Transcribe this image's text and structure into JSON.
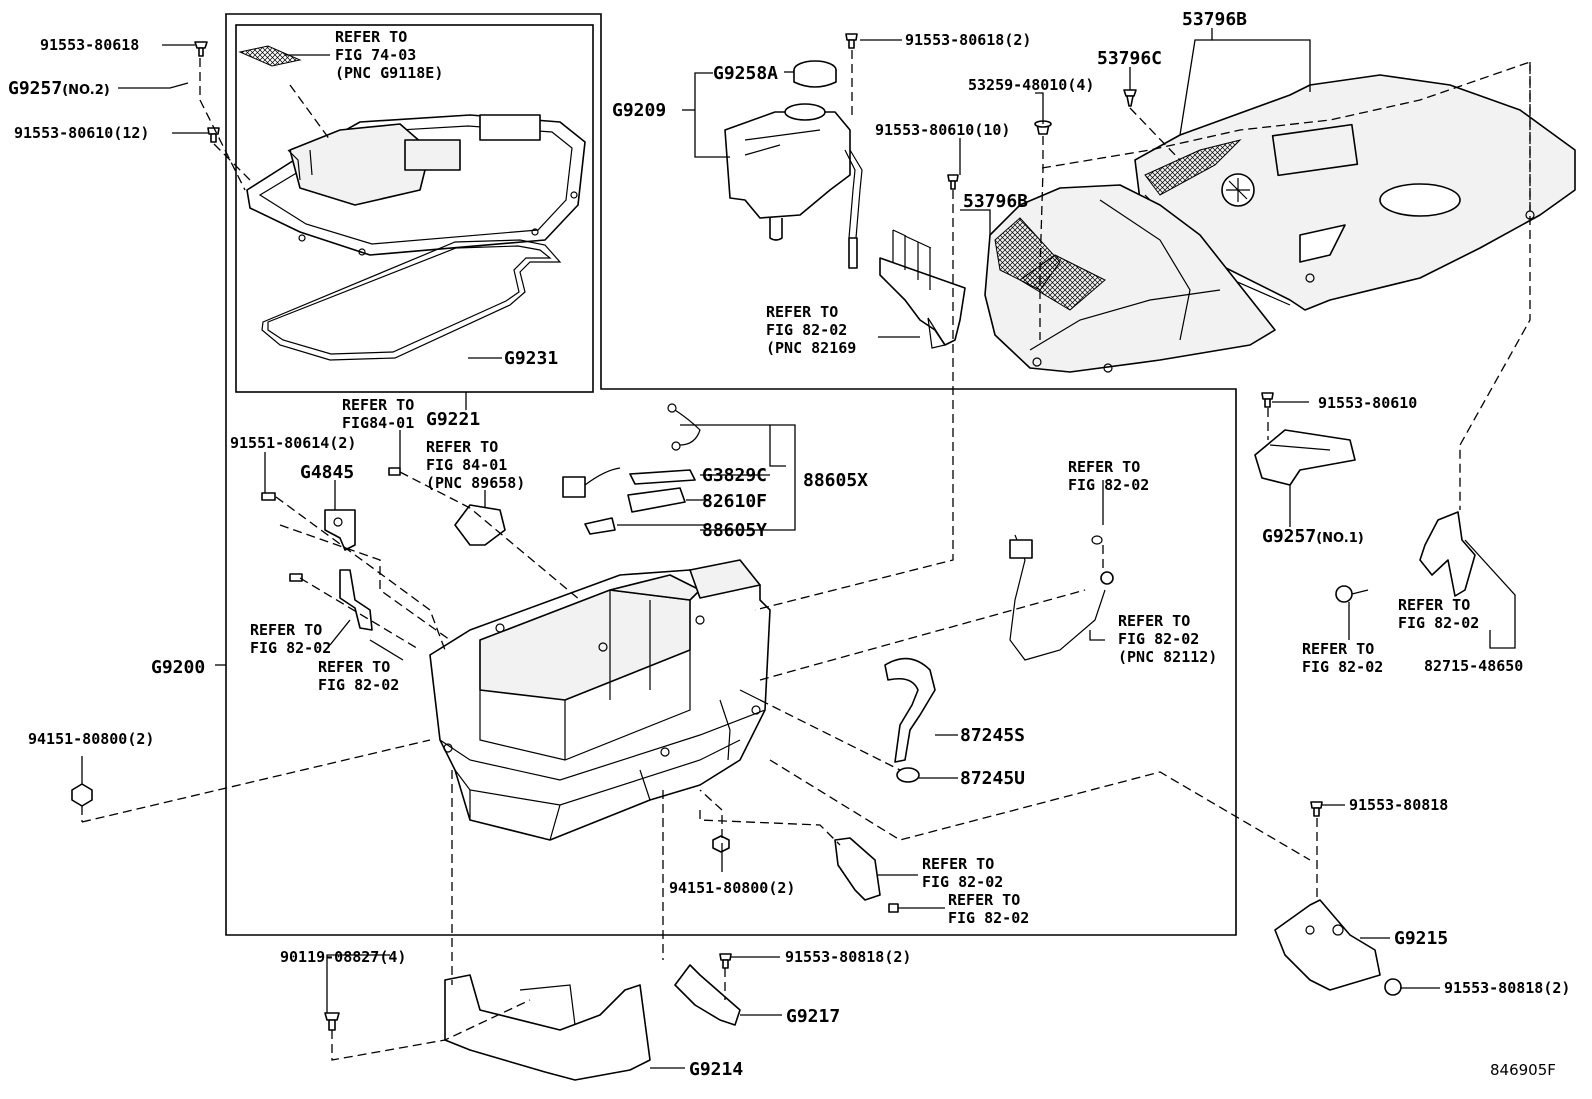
{
  "diagram": {
    "drawing_number": "846905F",
    "callouts": {
      "c01": {
        "code": "91553-80618"
      },
      "c02": {
        "code": "G9257",
        "suffix": "(NO.2)"
      },
      "c03": {
        "code": "91553-80610",
        "suffix": "(12)"
      },
      "c04": {
        "line1": "REFER TO",
        "line2": "FIG 74-03",
        "line3": "(PNC G9118E)"
      },
      "c05": {
        "code": "G9231"
      },
      "c06": {
        "code": "G9221"
      },
      "c07": {
        "code": "G9258A"
      },
      "c08": {
        "code": "G9209"
      },
      "c09": {
        "code": "91553-80618",
        "suffix": "(2)"
      },
      "c10": {
        "code": "53796B"
      },
      "c11": {
        "code": "53796C"
      },
      "c12": {
        "code": "53259-48010",
        "suffix": "(4)"
      },
      "c13": {
        "code": "91553-80610",
        "suffix": "(10)"
      },
      "c14": {
        "code": "53796B"
      },
      "c15": {
        "line1": "REFER TO",
        "line2": "FIG 82-02",
        "line3": "(PNC 82169"
      },
      "c16": {
        "line1": "REFER TO",
        "line2": "FIG84-01"
      },
      "c17": {
        "code": "91551-80614",
        "suffix": "(2)"
      },
      "c18": {
        "line1": "REFER TO",
        "line2": "FIG 84-01",
        "line3": "(PNC 89658)"
      },
      "c19": {
        "code": "G4845"
      },
      "c20": {
        "code": "G3829C"
      },
      "c21": {
        "code": "88605X"
      },
      "c22": {
        "code": "82610F"
      },
      "c23": {
        "code": "88605Y"
      },
      "c24": {
        "line1": "REFER TO",
        "line2": "FIG 82-02"
      },
      "c25": {
        "line1": "REFER TO",
        "line2": "FIG 82-02"
      },
      "c26": {
        "code": "G9200"
      },
      "c27": {
        "line1": "REFER TO",
        "line2": "FIG 82-02"
      },
      "c28": {
        "line1": "REFER TO",
        "line2": "FIG 82-02",
        "line3": "(PNC 82112)"
      },
      "c29": {
        "code": "87245S"
      },
      "c30": {
        "code": "87245U"
      },
      "c31": {
        "code": "94151-80800",
        "suffix": "(2)"
      },
      "c32": {
        "code": "94151-80800",
        "suffix": "(2)"
      },
      "c33": {
        "line1": "REFER TO",
        "line2": "FIG 82-02"
      },
      "c34": {
        "line1": "REFER TO",
        "line2": "FIG 82-02"
      },
      "c35": {
        "code": "91553-80610"
      },
      "c36": {
        "code": "G9257",
        "suffix": "(NO.1)"
      },
      "c37": {
        "line1": "REFER TO",
        "line2": "FIG 82-02"
      },
      "c38": {
        "line1": "REFER TO",
        "line2": "FIG 82-02"
      },
      "c39": {
        "code": "82715-48650"
      },
      "c40": {
        "code": "91553-80818"
      },
      "c41": {
        "code": "G9215"
      },
      "c42": {
        "code": "91553-80818",
        "suffix": "(2)"
      },
      "c43": {
        "code": "90119-08827",
        "suffix": "(4)"
      },
      "c44": {
        "code": "91553-80818",
        "suffix": "(2)"
      },
      "c45": {
        "code": "G9217"
      },
      "c46": {
        "code": "G9214"
      }
    }
  }
}
